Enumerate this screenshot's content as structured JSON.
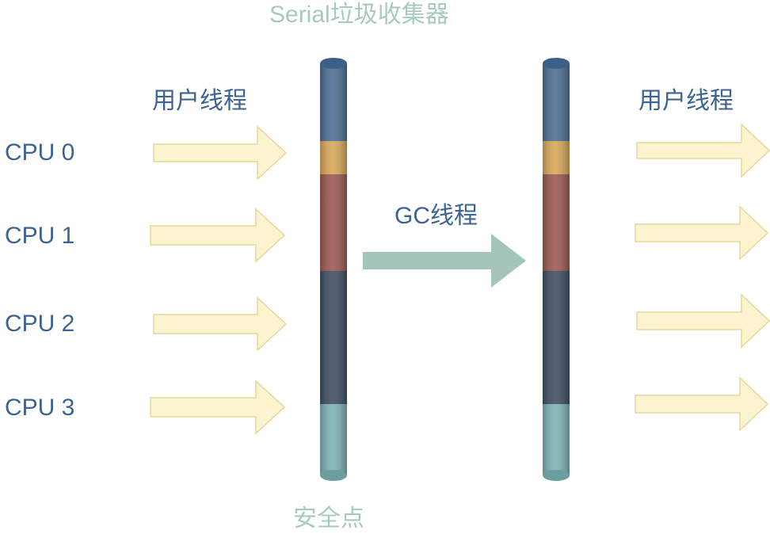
{
  "title": "Serial垃圾收集器",
  "user_thread_left": "用户线程",
  "user_thread_right": "用户线程",
  "gc_thread": "GC线程",
  "safepoint": "安全点",
  "cpus": [
    "CPU 0",
    "CPU 1",
    "CPU 2",
    "CPU 3"
  ],
  "colors": {
    "title": "#a7cbbb",
    "label": "#3d6390",
    "user_arrow_fill": "#fcf3cf",
    "user_arrow_stroke": "#e7d79a",
    "gc_arrow": "#a5c5bb",
    "pillar_segments": [
      "#4d6f94",
      "#d9a85b",
      "#9c5a52",
      "#3f4f63",
      "#7fb3b4"
    ]
  }
}
